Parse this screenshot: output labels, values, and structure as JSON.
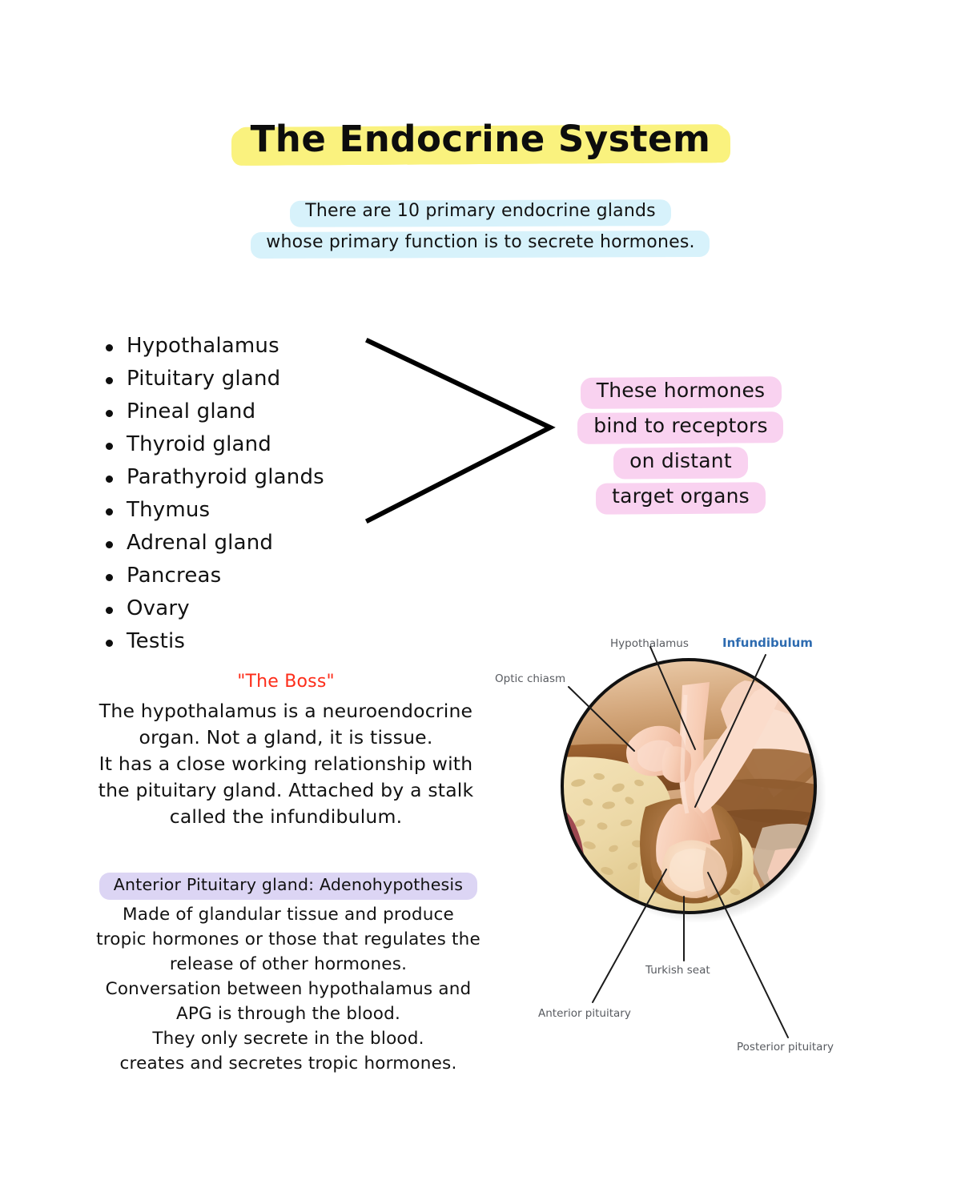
{
  "document": {
    "title": "The Endocrine System",
    "title_highlight_color": "#faf27e"
  },
  "subtitle": {
    "highlight_color": "#d7f2fb",
    "lines": [
      "There are 10 primary endocrine glands",
      "whose primary function is to secrete hormones."
    ]
  },
  "gland_list": {
    "items": [
      "Hypothalamus",
      "Pituitary gland",
      "Pineal gland",
      "Thyroid gland",
      "Parathyroid glands",
      "Thymus",
      "Adrenal gland",
      "Pancreas",
      "Ovary",
      "Testis"
    ]
  },
  "hormone_note": {
    "highlight_color": "#f9d2f0",
    "lines": [
      "These hormones",
      "bind to receptors",
      "on distant",
      "target organs"
    ]
  },
  "boss_note": {
    "heading": "\"The Boss\"",
    "heading_color": "#fd2d1a",
    "lines": [
      "The hypothalamus is a neuroendocrine",
      "organ. Not a gland, it is tissue.",
      "It has a close working relationship with",
      "the pituitary gland. Attached by a stalk",
      "called the infundibulum."
    ]
  },
  "apg_note": {
    "heading": "Anterior Pituitary gland: Adenohypothesis",
    "heading_highlight_color": "#dcd5f4",
    "lines": [
      "Made  of glandular tissue and produce",
      "tropic hormones or those that regulates the",
      "release of other hormones.",
      "Conversation between hypothalamus and",
      "APG is through the blood.",
      "They only secrete in the blood.",
      "creates and secretes tropic hormones."
    ]
  },
  "anatomy_figure": {
    "caption_color_default": "#585b60",
    "caption_color_accent": "#2d6bb0",
    "labels": [
      {
        "text": "Optic chiasm",
        "accent": false
      },
      {
        "text": "Hypothalamus",
        "accent": false
      },
      {
        "text": "Infundibulum",
        "accent": true
      },
      {
        "text": "Anterior pituitary",
        "accent": false
      },
      {
        "text": "Turkish seat",
        "accent": false
      },
      {
        "text": "Posterior pituitary",
        "accent": false
      }
    ]
  }
}
